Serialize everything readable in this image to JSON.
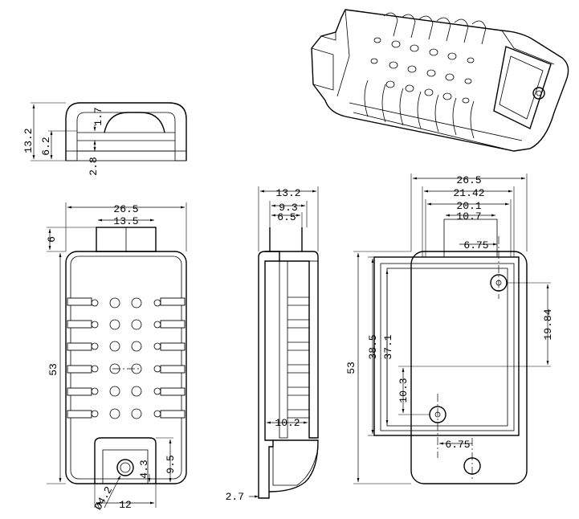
{
  "dims": {
    "top_h_total": "13.2",
    "top_h_inner": "6.2",
    "top_h_dome": "1.7",
    "top_h_base": "2.8",
    "front_w": "26.5",
    "front_w_top": "13.5",
    "front_h_top": "6",
    "front_h_total": "53",
    "front_slot_h": "9.5",
    "front_slot_w": "4.3",
    "front_hole_d": "Ø4.2",
    "front_slot_wide": "12",
    "side_w": "13.2",
    "side_w2": "9.3",
    "side_w3": "6.5",
    "side_inner": "10.2",
    "side_base": "2.7",
    "back_w": "26.5",
    "back_w2": "21.42",
    "back_w3": "20.1",
    "back_w4": "10.7",
    "back_hole_offset_top": "6.75",
    "back_hole_offset_bottom": "6.75",
    "back_h_total": "53",
    "back_h_pcb": "38.5",
    "back_h_pcb2": "37.1",
    "back_h_holes": "19.84",
    "back_h_hole_low": "10.3"
  },
  "colors": {
    "line": "#000000",
    "background": "#ffffff"
  }
}
